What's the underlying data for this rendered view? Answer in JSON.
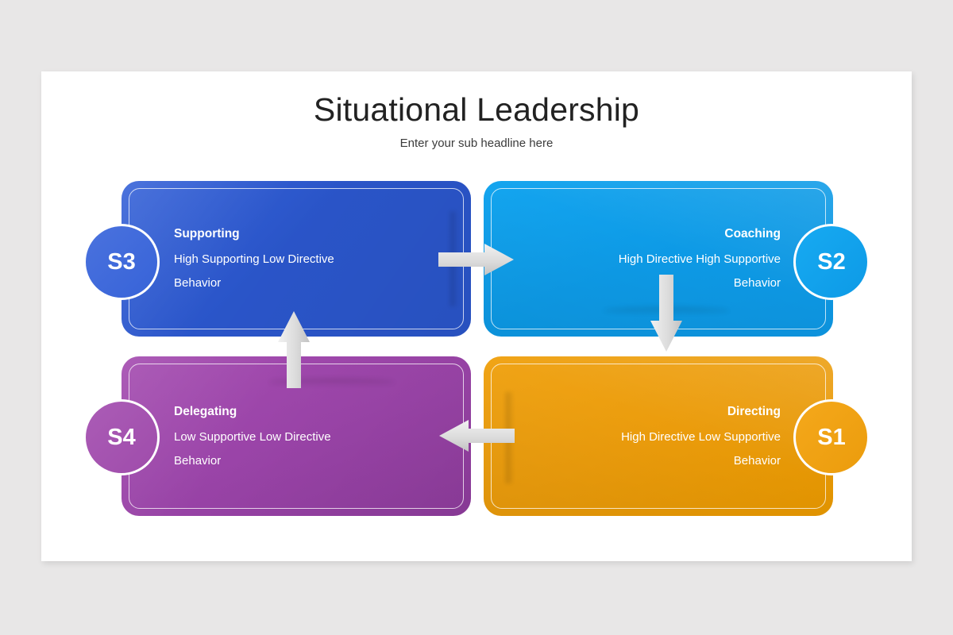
{
  "slide": {
    "title": "Situational Leadership",
    "subtitle": "Enter your sub headline here"
  },
  "quadrants": [
    {
      "id": "S3",
      "badge": "S3",
      "heading": "Supporting",
      "desc_line1": "High Supporting Low Directive",
      "desc_line2": "Behavior",
      "color": "#2a55c9",
      "position": "top-left",
      "align": "left"
    },
    {
      "id": "S2",
      "badge": "S2",
      "heading": "Coaching",
      "desc_line1": "High Directive High Supportive",
      "desc_line2": "Behavior",
      "color": "#0d9ae6",
      "position": "top-right",
      "align": "right"
    },
    {
      "id": "S4",
      "badge": "S4",
      "heading": "Delegating",
      "desc_line1": "Low Supportive Low Directive",
      "desc_line2": "Behavior",
      "color": "#9a44a8",
      "position": "bottom-left",
      "align": "left"
    },
    {
      "id": "S1",
      "badge": "S1",
      "heading": "Directing",
      "desc_line1": "High Directive Low Supportive",
      "desc_line2": "Behavior",
      "color": "#eb9c0c",
      "position": "bottom-right",
      "align": "right"
    }
  ],
  "arrows": [
    {
      "name": "arrow-right-s3-to-s2",
      "direction": "right",
      "color": "#d7d7d7"
    },
    {
      "name": "arrow-down-s2-to-s1",
      "direction": "down",
      "color": "#d7d7d7"
    },
    {
      "name": "arrow-left-s1-to-s4",
      "direction": "left",
      "color": "#d7d7d7"
    },
    {
      "name": "arrow-up-s4-to-s3",
      "direction": "up",
      "color": "#d7d7d7"
    }
  ],
  "theme": {
    "background": "#e8e7e7",
    "slide_background": "#ffffff",
    "title_color": "#222222",
    "arrow_color": "#d7d7d7"
  }
}
